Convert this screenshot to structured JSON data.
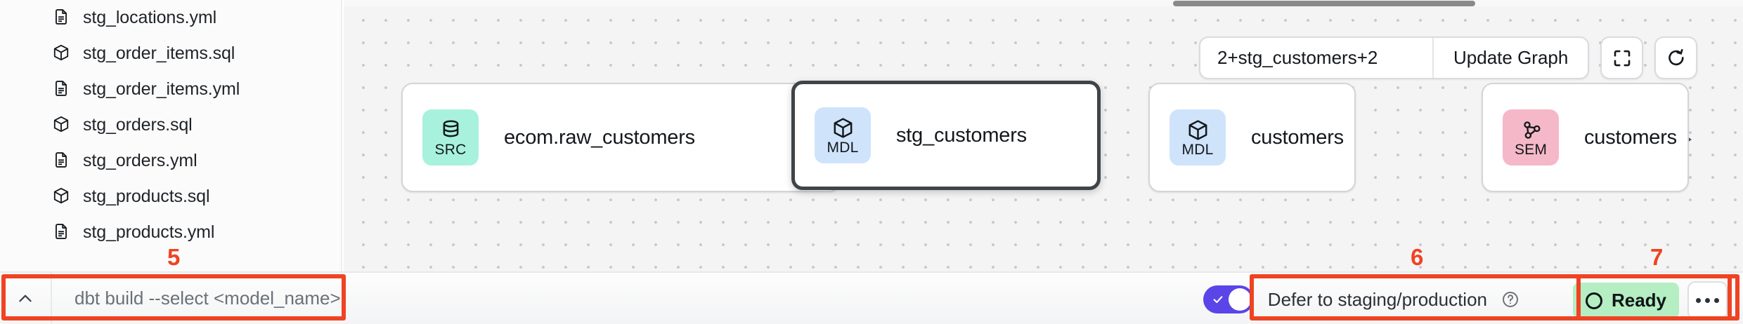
{
  "sidebar": {
    "files": [
      {
        "name": "stg_locations.yml",
        "icon": "file-icon",
        "kind": "yml"
      },
      {
        "name": "stg_order_items.sql",
        "icon": "cube-icon",
        "kind": "sql"
      },
      {
        "name": "stg_order_items.yml",
        "icon": "file-icon",
        "kind": "yml"
      },
      {
        "name": "stg_orders.sql",
        "icon": "cube-icon",
        "kind": "sql"
      },
      {
        "name": "stg_orders.yml",
        "icon": "file-icon",
        "kind": "yml"
      },
      {
        "name": "stg_products.sql",
        "icon": "cube-icon",
        "kind": "sql"
      },
      {
        "name": "stg_products.yml",
        "icon": "file-icon",
        "kind": "yml"
      }
    ]
  },
  "command_bar": {
    "expand_icon": "chevron-up-icon",
    "placeholder": "dbt build --select <model_name>",
    "value": ""
  },
  "graph_toolbar": {
    "selector_value": "2+stg_customers+2",
    "selector_placeholder": "",
    "update_label": "Update Graph",
    "fullscreen_icon": "fullscreen-icon",
    "refresh_icon": "refresh-icon"
  },
  "graph": {
    "nodes": [
      {
        "badge": "SRC",
        "badge_icon": "database-icon",
        "badge_color": "#a8f2dd",
        "title": "ecom.raw_customers",
        "selected": false
      },
      {
        "badge": "MDL",
        "badge_icon": "cube-icon",
        "badge_color": "#cfe3fb",
        "title": "stg_customers",
        "selected": true
      },
      {
        "badge": "MDL",
        "badge_icon": "cube-icon",
        "badge_color": "#cfe3fb",
        "title": "customers",
        "selected": false
      },
      {
        "badge": "SEM",
        "badge_icon": "graph-nodes-icon",
        "badge_color": "#f5b8c8",
        "title": "customers",
        "selected": false
      }
    ]
  },
  "status_bar": {
    "defer_label": "Defer to staging/production",
    "defer_enabled": true,
    "defer_help_icon": "question-circle-icon",
    "status_label": "Ready",
    "status_color": "#b4eec2",
    "more_icon": "ellipsis-icon"
  },
  "annotations": [
    {
      "number": "5",
      "target": "command-bar"
    },
    {
      "number": "6",
      "target": "defer-toggle-group"
    },
    {
      "number": "7",
      "target": "ready-status-group"
    }
  ]
}
